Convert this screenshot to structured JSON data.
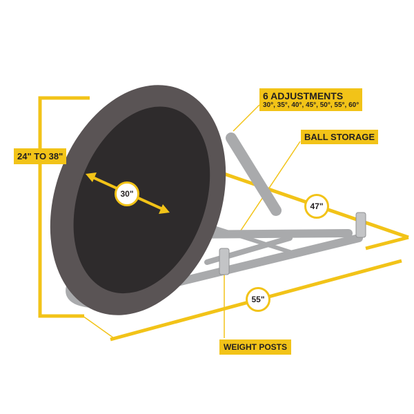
{
  "labels": {
    "adjustments_title": "6 ADJUSTMENTS",
    "adjustments_angles": "30°, 35°, 40°, 45°, 50°, 55°, 60°",
    "ball_storage": "BALL STORAGE",
    "height": "24\" TO 38\"",
    "diameter": "30\"",
    "depth": "47\"",
    "width": "55\"",
    "weight_posts": "WEIGHT POSTS"
  },
  "colors": {
    "accent": "#F2C318",
    "frame": "#b8b9bb",
    "mat": "#4a4546"
  }
}
